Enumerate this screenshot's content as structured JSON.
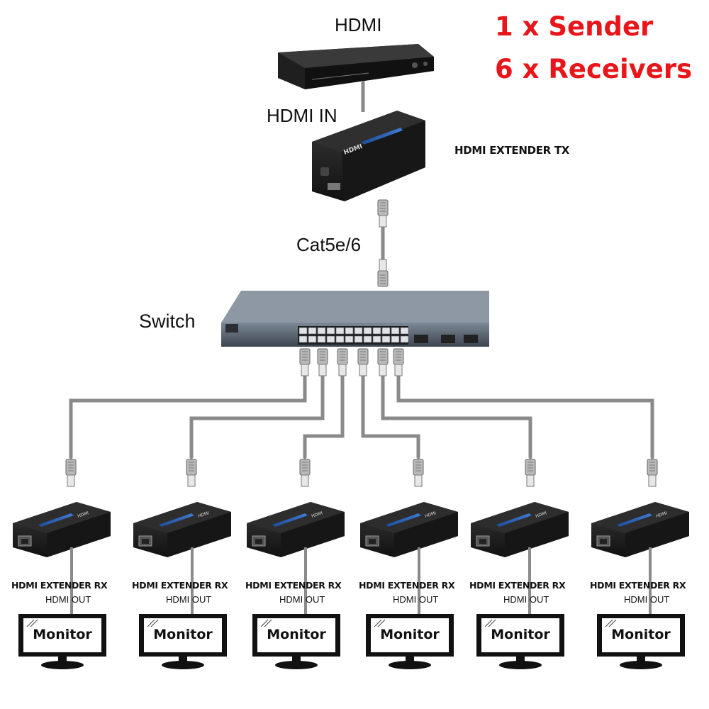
{
  "headline": {
    "line1": "1 x Sender",
    "line2": "6 x Receivers",
    "color": "#e8161b"
  },
  "source": {
    "label": "HDMI"
  },
  "transmitter": {
    "input_label": "HDMI IN",
    "name": "HDMI EXTENDER TX",
    "badge": "HDMI"
  },
  "cable": {
    "label": "Cat5e/6"
  },
  "switch": {
    "label": "Switch"
  },
  "receivers": [
    {
      "name": "HDMI EXTENDER RX",
      "output_label": "HDMI OUT",
      "display": "Monitor"
    },
    {
      "name": "HDMI EXTENDER RX",
      "output_label": "HDMI OUT",
      "display": "Monitor"
    },
    {
      "name": "HDMI EXTENDER RX",
      "output_label": "HDMI OUT",
      "display": "Monitor"
    },
    {
      "name": "HDMI EXTENDER RX",
      "output_label": "HDMI OUT",
      "display": "Monitor"
    },
    {
      "name": "HDMI EXTENDER RX",
      "output_label": "HDMI OUT",
      "display": "Monitor"
    },
    {
      "name": "HDMI EXTENDER RX",
      "output_label": "HDMI OUT",
      "display": "Monitor"
    }
  ],
  "receiver_badge": "HDMI"
}
